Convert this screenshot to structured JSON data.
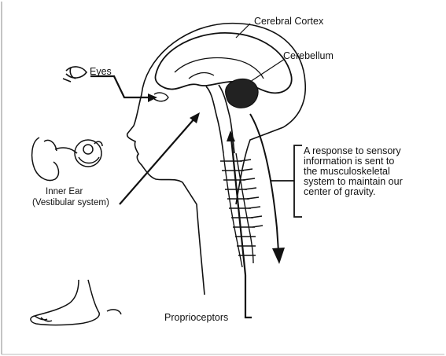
{
  "labels": {
    "cerebral_cortex": "Cerebral Cortex",
    "cerebellum": "Cerebellum",
    "eyes": "Eyes",
    "inner_ear_line1": "Inner Ear",
    "inner_ear_line2": "(Vestibular system)",
    "proprioceptors": "Proprioceptors"
  },
  "response_text": [
    "A response to sensory",
    "information is sent to",
    "the musculoskeletal",
    "system to maintain our",
    "center of gravity."
  ]
}
